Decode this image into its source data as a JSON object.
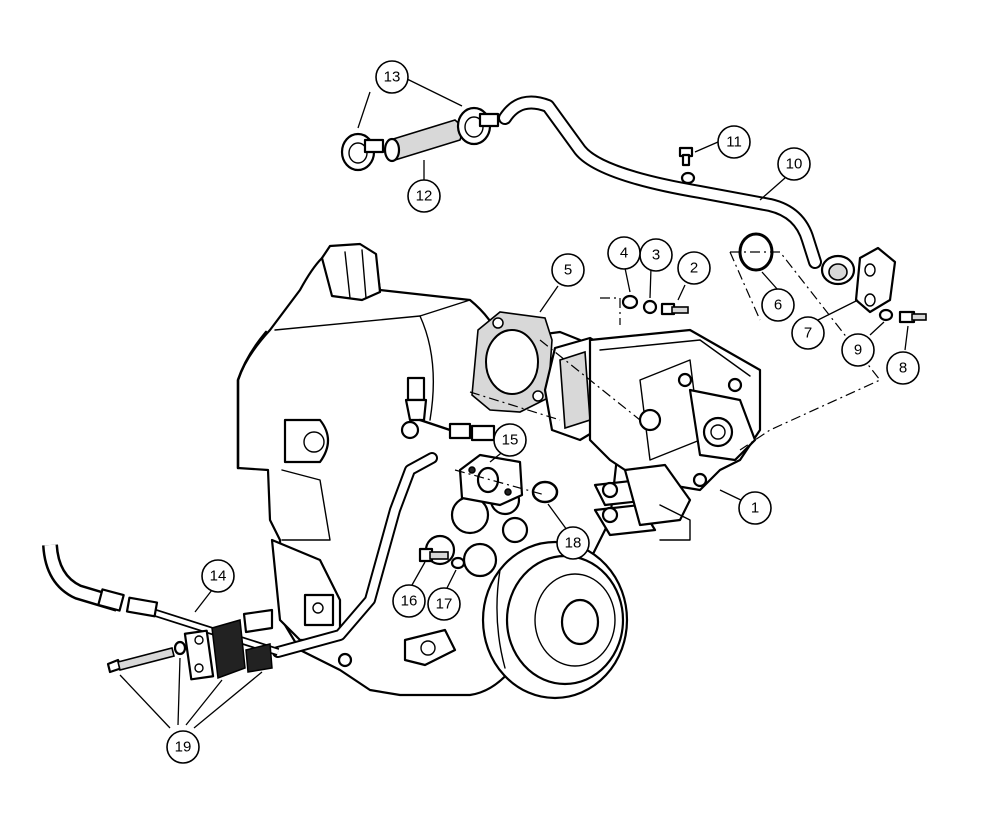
{
  "callouts": [
    {
      "id": "c1",
      "label": "1"
    },
    {
      "id": "c2",
      "label": "2"
    },
    {
      "id": "c3",
      "label": "3"
    },
    {
      "id": "c4",
      "label": "4"
    },
    {
      "id": "c5",
      "label": "5"
    },
    {
      "id": "c6",
      "label": "6"
    },
    {
      "id": "c7",
      "label": "7"
    },
    {
      "id": "c8",
      "label": "8"
    },
    {
      "id": "c9",
      "label": "9"
    },
    {
      "id": "c10",
      "label": "10"
    },
    {
      "id": "c11",
      "label": "11"
    },
    {
      "id": "c12",
      "label": "12"
    },
    {
      "id": "c13",
      "label": "13"
    },
    {
      "id": "c14",
      "label": "14"
    },
    {
      "id": "c15",
      "label": "15"
    },
    {
      "id": "c16",
      "label": "16"
    },
    {
      "id": "c17",
      "label": "17"
    },
    {
      "id": "c18",
      "label": "18"
    },
    {
      "id": "c19",
      "label": "19"
    }
  ]
}
